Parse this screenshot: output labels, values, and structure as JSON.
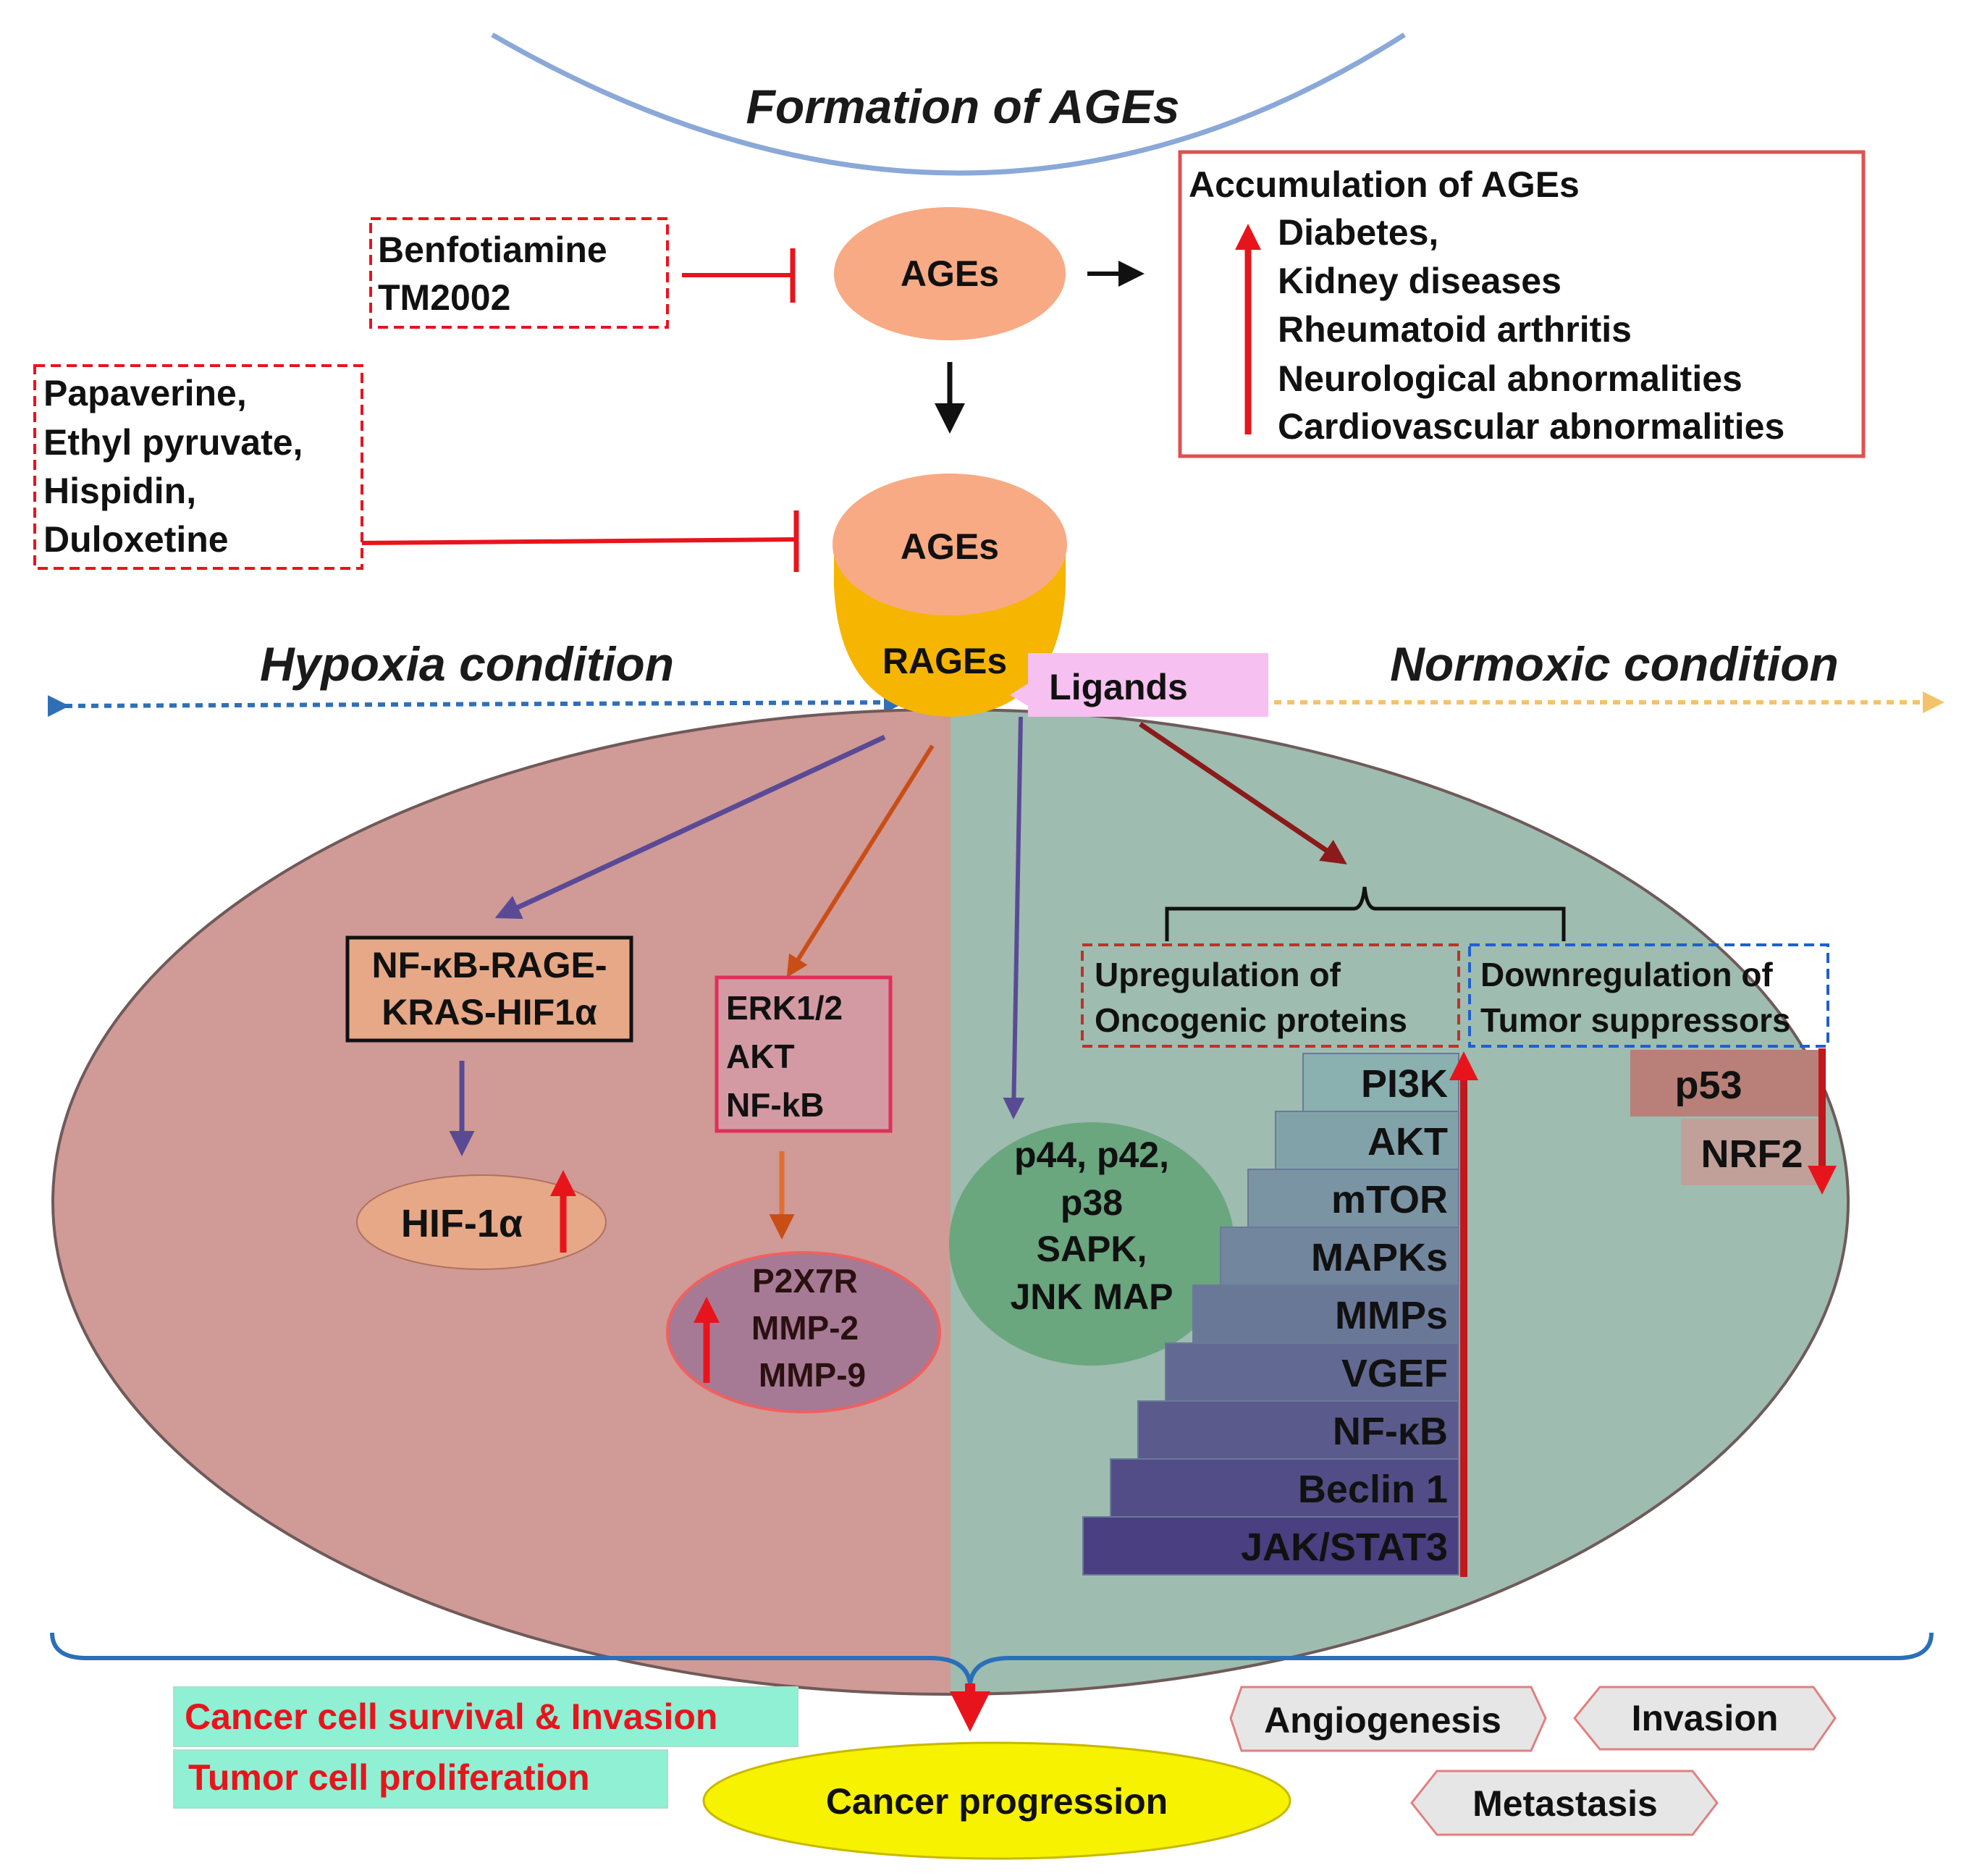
{
  "title": "Formation of AGEs",
  "inhibitors_top": [
    "Benfotiamine",
    "TM2002"
  ],
  "inhibitors_rage": [
    "Papaverine,",
    "Ethyl pyruvate,",
    "Hispidin,",
    "Duloxetine"
  ],
  "ages_top_label": "AGEs",
  "ages_bound_label": "AGEs",
  "rages_label": "RAGEs",
  "ligands_label": "Ligands",
  "accumulation": {
    "title": "Accumulation of AGEs",
    "items": [
      "Diabetes,",
      "Kidney diseases",
      "Rheumatoid arthritis",
      "Neurological abnormalities",
      "Cardiovascular abnormalities"
    ]
  },
  "hypoxia_label": "Hypoxia condition",
  "normoxic_label": "Normoxic condition",
  "hypoxia": {
    "pathway_box": [
      "NF-κB-RAGE-",
      "KRAS-HIF1α"
    ],
    "hif_label": "HIF-1α",
    "erk_box": [
      "ERK1/2",
      "AKT",
      "NF-kB"
    ],
    "p2x7_box": [
      "P2X7R",
      "MMP-2",
      "MMP-9"
    ]
  },
  "normoxic": {
    "mapk_circle": [
      "p44, p42,",
      "p38",
      "SAPK,",
      "JNK MAP"
    ],
    "up_box": [
      "Upregulation of",
      "Oncogenic proteins"
    ],
    "down_box": [
      "Downregulation of",
      "Tumor suppressors"
    ],
    "oncogenic_steps": [
      "PI3K",
      "AKT",
      "mTOR",
      "MAPKs",
      "MMPs",
      "VGEF",
      "NF-κB",
      "Beclin 1",
      "JAK/STAT3"
    ],
    "suppressors": [
      "p53",
      "NRF2"
    ]
  },
  "outcomes_left": [
    "Cancer cell survival & Invasion",
    "Tumor cell proliferation"
  ],
  "cancer_progression": "Cancer progression",
  "outcomes_right": [
    "Angiogenesis",
    "Invasion",
    "Metastasis"
  ],
  "colors": {
    "hypoxia_bg": "#d09a96",
    "normoxic_bg": "#9ebcb0",
    "ages_orange": "#f8aa84",
    "rage_yellow": "#f6b500",
    "inhibit_red": "#e8141c",
    "purple_arrow": "#5a4a96",
    "orange_arrow": "#c94e16",
    "maroon_arrow": "#8b1a1a",
    "ligands_pink": "#f6c0f0",
    "outcome_teal": "#8ff0d4",
    "progression_yellow": "#f6f200"
  }
}
